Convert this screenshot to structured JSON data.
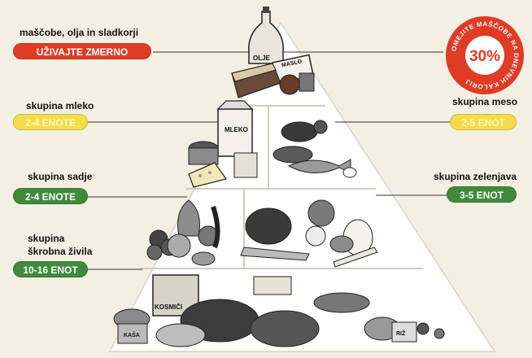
{
  "groups": {
    "fats": {
      "title": "maščobe, olja in sladkorji",
      "badge": "UŽIVAJTE ZMERNO"
    },
    "milk": {
      "title": "skupina mleko",
      "badge": "2-4 ENOTE"
    },
    "meat": {
      "title": "skupina meso",
      "badge": "2-5 ENOT"
    },
    "fruit": {
      "title": "skupina sadje",
      "badge": "2-4 ENOTE"
    },
    "vegetables": {
      "title": "skupina zelenjava",
      "badge": "3-5 ENOT"
    },
    "starch": {
      "title_line1": "skupina",
      "title_line2": "škrobna živila",
      "badge": "10-16 ENOT"
    }
  },
  "seal": {
    "ring_text": "OMEJITE MAŠČOBE NA DNEVNIH KALORIJ",
    "percent": "30%"
  },
  "food_labels": {
    "oil": "OLJE",
    "butter": "MASLO",
    "milk": "MLEKO",
    "cereal": "KOSMIČI",
    "porridge": "KAŠA",
    "rice": "RIŽ"
  },
  "colors": {
    "red": "#e03c25",
    "yellow": "#f3dc47",
    "green": "#3f8a3c",
    "background": "#f3efe2",
    "pyramid": "#ffffff"
  }
}
